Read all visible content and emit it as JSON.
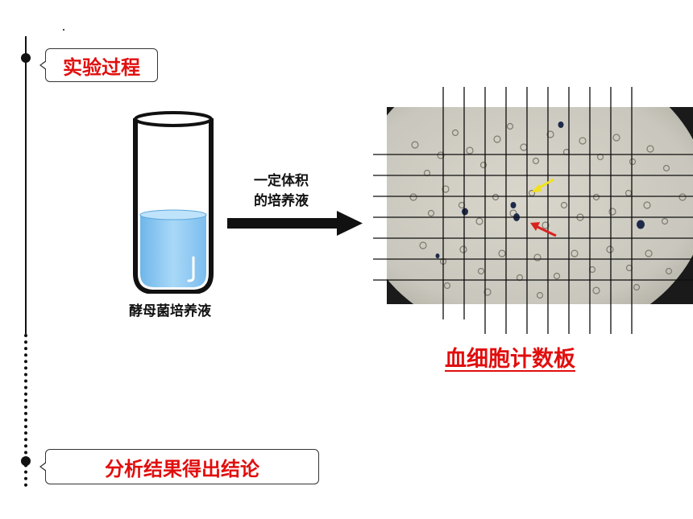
{
  "steps": {
    "process_label": "实验过程",
    "analysis_label": "分析结果得出结论"
  },
  "tube": {
    "caption": "酵母菌培养液",
    "liquid_color": "#8ecbf2"
  },
  "arrow": {
    "line1": "一定体积",
    "line2": "的培养液"
  },
  "counter": {
    "title": "血细胞计数板"
  },
  "colors": {
    "accent_red": "#e10e0e",
    "text_black": "#111111",
    "yellow_pointer": "#f2e21a",
    "red_pointer": "#d9231f"
  }
}
